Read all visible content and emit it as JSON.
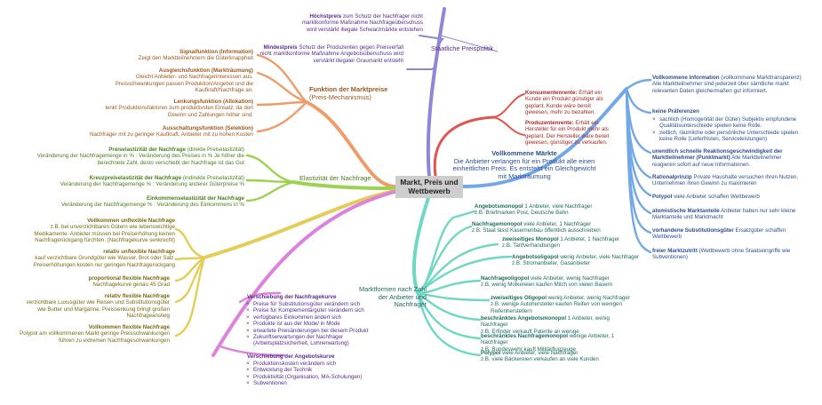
{
  "colors": {
    "staat": "#8e86d6",
    "funktion": "#ef9c6b",
    "elastizitaet": "#9bd24f",
    "nachfrage": "#e3cd56",
    "verschiebung": "#dc82dc",
    "marktformen": "#6fd7c3",
    "konsument": "#e0564e",
    "vollkommen": "#72a8e6",
    "text_orange": "#9b5a1f",
    "text_green": "#4d7d1d",
    "text_olive": "#7a6a12",
    "text_purple": "#5b2c87",
    "text_red": "#a02a23",
    "text_teal": "#1d6b5e",
    "text_blue": "#2c4f8f",
    "center_bg": "#cdcdcd"
  },
  "center": {
    "line1": "Markt, Preis und",
    "line2": "Wettbewerb"
  },
  "branches": {
    "staatliche": "Staatliche Preispolitik",
    "funktion_title": "Funktion der Marktpreise",
    "funktion_sub": "(Preis-Mechanismus)",
    "elastizitaet": "Elastizität der Nachfrage",
    "marktformen": "Marktformen nach Zahl der Anbieter und Nachfrager",
    "vollkommene_title": "Vollkommene Märkte",
    "vollkommene_desc": "Die Anbieter verlangen für ein Produkt alle einen einheitlichen Preis. Es entsteht ein Gleichgewicht mit Markträumung"
  },
  "staat": {
    "hoechst_title": "Höchstpreis",
    "hoechst_text": "zum Schutz der Nachfrager nicht marktkonforme Maßnahme Nachfrageüberschuss wird verstärkt illegale Schwarzmärkte entstehen",
    "mindest_title": "Mindestpreis",
    "mindest_text": "Schutz der Produzenten gegen Preisverfall nicht marktkonforme Maßnahme Angebotsüberschuss wird verstärkt illegaler Graumarkt entsteht"
  },
  "funktion": [
    {
      "title": "Signalfunktion (Information)",
      "text": "Zeigt den Marktteilnehmern die Güterknappheit"
    },
    {
      "title": "Ausgleichsfunktion (Markträumung)",
      "text": "Gleicht Anbieter- und Nachfragerinteressen aus, Preisschwankungen passen Produktion/Angebot und die Kaufkraft/Nachfrage an."
    },
    {
      "title": "Lenkungsfunktion (Allokation)",
      "text": "lenkt Produktionsfaktoren zum produktivsten Einsatz, da dort Gewinn und Zahlungen höher sind."
    },
    {
      "title": "Ausschaltungsfunktion (Selektion)",
      "text": "Nachfrager mit zu geringer Kaufkraft, Anbieter mit zu hohen Kosten"
    }
  ],
  "elast": [
    {
      "title": "Preiselastizität der Nachfrage",
      "suffix": "(direkte Preiselastizität)",
      "text": "Veränderung der Nachfragemenge in % : Veränderung des Preises in % Je höher die berechnete Zahl, desto verschiebt der Nachfrage ist das Gut"
    },
    {
      "title": "Kreuzpreiselastizität der Nachfrage",
      "suffix": "(indirekte Preiselastizität)",
      "text": "Veränderung der Nachfragemenge % : Veränderung anderer Güterpreise %"
    },
    {
      "title": "Einkommenselastizität der Nachfrage",
      "suffix": "",
      "text": "Veränderung der Nachfragemenge % : Veränderung des Einkommens in %"
    }
  ],
  "nachfrage": [
    {
      "title": "Vollkommen unflexible Nachfrage",
      "text": "z.B. bei unverzichtbaren Gütern wie lebenswichtige Medikamente. Anbieter müssen bei Preiserhöhung keinen Nachfragerückgang fürchten. (Nachfragekurve senkrecht)"
    },
    {
      "title": "relativ unflexible Nachfrage",
      "text": "kauf verzichtbare Grundgüter wie Wasser, Brot oder Salz. Preiserhöhungen kosten nur geringen Nachfragerückgang"
    },
    {
      "title": "proportional flexible Nachfrage",
      "text": "Nachfragekurve genau 45 Grad"
    },
    {
      "title": "relativ flexible Nachfrage",
      "text": "verzichtbare Luxusgüter wie Reisen und Substitutionsgüter wie Butter und Margarine. Preissenkung bringt großen Nachfrageanstieg"
    },
    {
      "title": "Vollkommen flexible Nachfrage",
      "text": "Polypol am vollkommenen Markt geringe Preisschwankungen führen zu extremen Nachfrageschwankungen"
    }
  ],
  "verschiebung_nachfrage": {
    "title": "Verschiebung der Nachfragekurve",
    "items": [
      "Preise für Substitutionsgüter verändern sich",
      "Preise für Komplementärgüter verändern sich",
      "verfügbares Einkommen ändert sich",
      "Produkte ist aus der Mode/ in Mode",
      "erwartete Preisänderungen bei diesem Produkt",
      "Zukunftserwartungen der Nachfrager (Arbeitsplatzsicherheit, Lohnerwartung)"
    ]
  },
  "verschiebung_angebot": {
    "title": "Verschiebung der Angebotskurve",
    "items": [
      "Produktionskosten verändern sich",
      "Entwicklung der Technik",
      "Produktivität (Organisation, MA-Schulungen)",
      "Subventionen"
    ]
  },
  "konsument": [
    {
      "title": "Konsumentenrente:",
      "text": "Erhält ein Kunde ein Produkt günstiger als geplant. Kunde wäre bereit gewesen, mehr zu bezahlen."
    },
    {
      "title": "Produzentenrente:",
      "text": "Erhält ein Hersteller für ein Produkt mehr als geplant. Der Hersteller wäre bereit gewesen, günstiger zu verkaufen."
    }
  ],
  "vollkommen": {
    "info_title": "Vollkommene Information",
    "info_text": "(vollkommene Markttransparenz) Alle Marktteilnehmer sind jederzeit über sämtliche markt relevanten Daten gleichermaßen gut informiert.",
    "praef_title": "keine Präferenzen",
    "praef_items": [
      "sachlich (Homogenität der Güter) Subjektiv empfundene Qualitätsunterschiede spielen keine Rolle.",
      "zeitlich, räumliche oder persönliche Unterschiede spielen keine Rolle (Lieferfristen, Serviceleistungen)"
    ],
    "reakt_title": "unendlich schnelle Reaktionsgeschwindigkeit der Marktteilnehmer (Punktmarkt)",
    "reakt_text": "Alle Marktteilnehmer reagieren sofort auf neue Informationen.",
    "ratio_title": "Rationalprinzip",
    "ratio_text": "Private Haushalte versuchen ihren Nutzen, Unternehmen ihren Gewinn zu maximieren",
    "polypol_title": "Polypol",
    "polypol_text": "viele Anbieter schaffen Wettbewerb",
    "atom_title": "atomistische Marktanteile",
    "atom_text": "Anbieter haben nur sehr kleine Marktanteile und Marktmacht",
    "subst_title": "vorhandene Substitutionsgüter",
    "subst_text": "Ersatzgüter schaffen Wettbewerb",
    "frei_title": "freier Marktzutritt",
    "frei_text": "(Wettbewerb ohne Staatseingriffe wie Subventionen)"
  },
  "marktformen": [
    {
      "title": "Angebotsmonopol",
      "text": "1 Anbieter, viele Nachfrager",
      "example": "z.B. Briefmarken Post, Deutsche Bahn"
    },
    {
      "title": "Nachfragemonopol",
      "text": "viele Anbieter, 1 Nachfrager",
      "example": "z.B. Staat lässt Kasernenbau öffentlich ausschreiben"
    },
    {
      "title": "zweiseitiges Monopol",
      "text": "1 Anbieter, 1 Nachfrager",
      "example": "z.B. Tarifverhandlungen"
    },
    {
      "title": "Angebotsoligopol",
      "text": "wenig Anbieter, viele Nachfrager",
      "example": "z.B. Stromanbieter, Gasanbieter"
    },
    {
      "title": "Nachfrageoligopol",
      "text": "viele Anbieter, wenig Nachfrager",
      "example": "z.B. wenig Molkereien kaufen Milch von vielen Bauern"
    },
    {
      "title": "zweiseitiges Oligopol",
      "text": "wenig Anbieter, wenig Nachfrager",
      "example": "z.B. wenige Autohersteller kaufen Reifen von wenigen Reifenherstellern"
    },
    {
      "title": "beschränktes Angebotsmonopol",
      "text": "1 Anbieter, wenig Nachfrager",
      "example": "z.B. Erfinder verkauft Patente an wenige"
    },
    {
      "title": "beschränktes Nachfragemonopol",
      "text": "wenige Anbieter, 1 Nachfrager",
      "example": "z.B. Bundeswehr kauft Militärflugzeuge"
    },
    {
      "title": "Polypol",
      "text": "viele Anbieter, viele Nachfrager",
      "example": "z.B. viele Bäckereien verkaufen an viele Kunden"
    }
  ]
}
